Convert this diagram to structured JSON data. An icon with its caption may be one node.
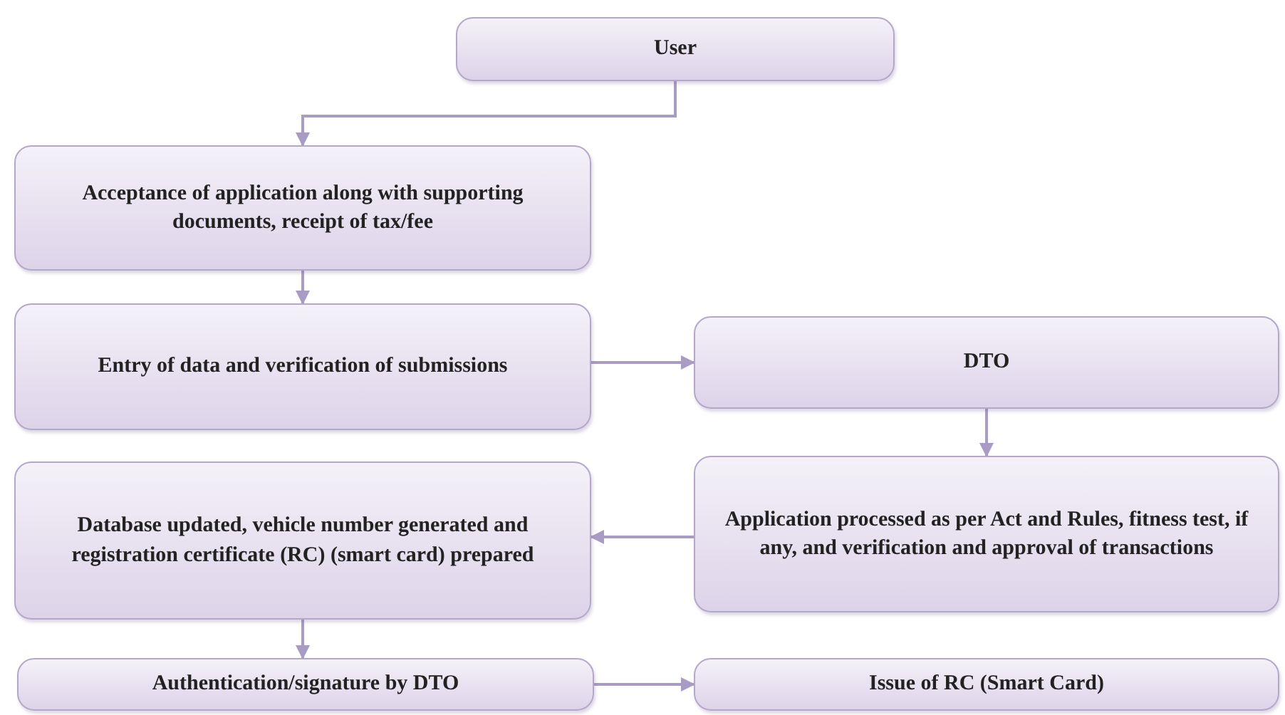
{
  "diagram": {
    "nodes": [
      {
        "text": [
          "User"
        ]
      },
      {
        "text": [
          "Acceptance of application along with supporting documents, receipt of tax/fee"
        ]
      },
      {
        "text": [
          "Entry of data and verification of submissions"
        ]
      },
      {
        "text": [
          "DTO"
        ]
      },
      {
        "text": [
          "Application processed as per Act and Rules, fitness test, if any, and verification and approval of transactions"
        ]
      },
      {
        "text": [
          "Database updated, vehicle number generated and registration certificate (RC) (smart card) prepared"
        ]
      },
      {
        "text": [
          "Authentication/signature by DTO"
        ]
      },
      {
        "text": [
          "Issue of RC (Smart Card)"
        ]
      }
    ],
    "edges": [
      {
        "from": 0,
        "to": 1,
        "arrow": "to"
      },
      {
        "from": 1,
        "to": 2,
        "arrow": "to"
      },
      {
        "from": 2,
        "to": 3,
        "arrow": "to"
      },
      {
        "from": 3,
        "to": 4,
        "arrow": "to"
      },
      {
        "from": 4,
        "to": 5,
        "arrow": "to"
      },
      {
        "from": 5,
        "to": 6,
        "arrow": "to"
      },
      {
        "from": 6,
        "to": 7,
        "arrow": "to"
      }
    ]
  }
}
